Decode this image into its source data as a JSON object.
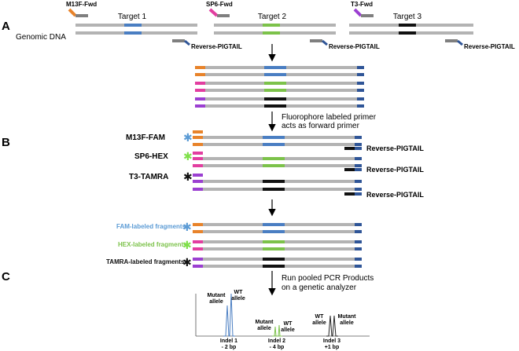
{
  "panels": [
    "A",
    "B",
    "C"
  ],
  "section_a": {
    "genomic_label": "Genomic DNA",
    "targets": [
      {
        "name": "Target 1",
        "forward_primer": "M13F-Fwd",
        "reverse_primer": "Reverse-PIGTAIL",
        "forward_color": "#e8832a",
        "band_color": "#4a7ec2"
      },
      {
        "name": "Target 2",
        "forward_primer": "SP6-Fwd",
        "reverse_primer": "Reverse-PIGTAIL",
        "forward_color": "#e23ea0",
        "band_color": "#7cc24a"
      },
      {
        "name": "Target 3",
        "forward_primer": "T3-Fwd",
        "reverse_primer": "Reverse-PIGTAIL",
        "forward_color": "#9b3fd1",
        "band_color": "#111111"
      }
    ]
  },
  "section_b": {
    "step_label_line1": "Fluorophore labeled primer",
    "step_label_line2": "acts as forward primer",
    "fluorophores": [
      {
        "label": "M13F-FAM",
        "star_color": "#5b9bd5"
      },
      {
        "label": "SP6-HEX",
        "star_color": "#7fe04a"
      },
      {
        "label": "T3-TAMRA",
        "star_color": "#111111"
      }
    ],
    "reverse_label": "Reverse-PIGTAIL"
  },
  "section_c": {
    "fragments": [
      {
        "label": "FAM-labeled fragments",
        "color": "#5b9bd5"
      },
      {
        "label": "HEX-labeled fragments",
        "color": "#7cc24a"
      },
      {
        "label": "TAMRA-labeled fragments",
        "color": "#111111"
      }
    ],
    "step_label_line1": "Run pooled PCR Products",
    "step_label_line2": "on a genetic analyzer",
    "peak_labels": {
      "mutant_1": [
        "Mutant",
        "allele"
      ],
      "wt_1": [
        "WT",
        "allele"
      ],
      "mutant_2": [
        "Mutant",
        "allele"
      ],
      "wt_2": [
        "WT",
        "allele"
      ],
      "wt_3": [
        "WT",
        "allele"
      ],
      "mutant_3": [
        "Mutant",
        "allele"
      ]
    },
    "indels": [
      {
        "name": "Indel 1",
        "size": "- 2 bp"
      },
      {
        "name": "Indel 2",
        "size": "- 4 bp"
      },
      {
        "name": "Indel 3",
        "size": "+1 bp"
      }
    ]
  },
  "colors": {
    "strand": "#b3b3b3",
    "pigtail": "#2f5597",
    "primer_gray": "#7f7f7f",
    "m13": "#e8832a",
    "sp6": "#e23ea0",
    "t3": "#9b3fd1"
  }
}
